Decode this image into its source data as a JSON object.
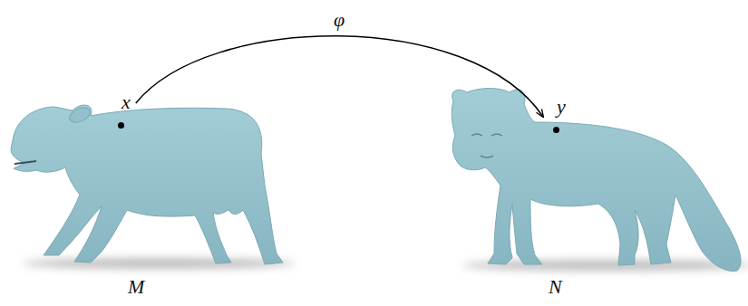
{
  "diagram": {
    "nodes": [
      {
        "text": [
          "x"
        ]
      },
      {
        "text": [
          "y"
        ]
      }
    ],
    "edges": [
      {
        "from": 0,
        "to": 1,
        "arrow": "to",
        "label": "φ"
      }
    ],
    "labels": [
      "M",
      "N"
    ]
  }
}
